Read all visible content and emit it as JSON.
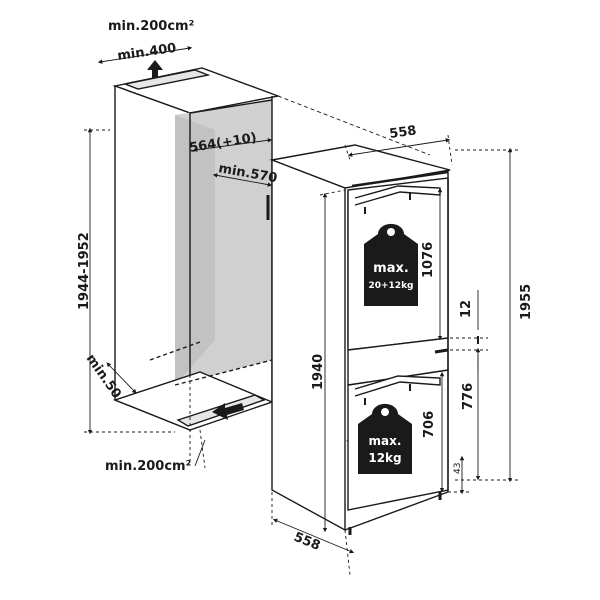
{
  "labels": {
    "top_vent_area": "min.200cm²",
    "top_vent_depth": "min.400",
    "niche_depth": "564(+10)",
    "niche_width": "min.570",
    "niche_height": "1944-1952",
    "bottom_gap": "min.50",
    "bottom_vent_area": "min.200cm²",
    "appliance_width_top": "558",
    "appliance_depth_bottom": "558",
    "appliance_height": "1955",
    "body_height": "1940",
    "upper_door": "1076",
    "door_gap": "12",
    "lower_height": "776",
    "lower_door": "706",
    "foot_height": "43"
  },
  "weights": {
    "upper_line1": "max.",
    "upper_line2": "20+12kg",
    "lower_line1": "max.",
    "lower_line2": "12kg"
  },
  "colors": {
    "line": "#1a1a1a",
    "niche_interior": "#d0d0d0",
    "weight_fill": "#1a1a1a"
  }
}
